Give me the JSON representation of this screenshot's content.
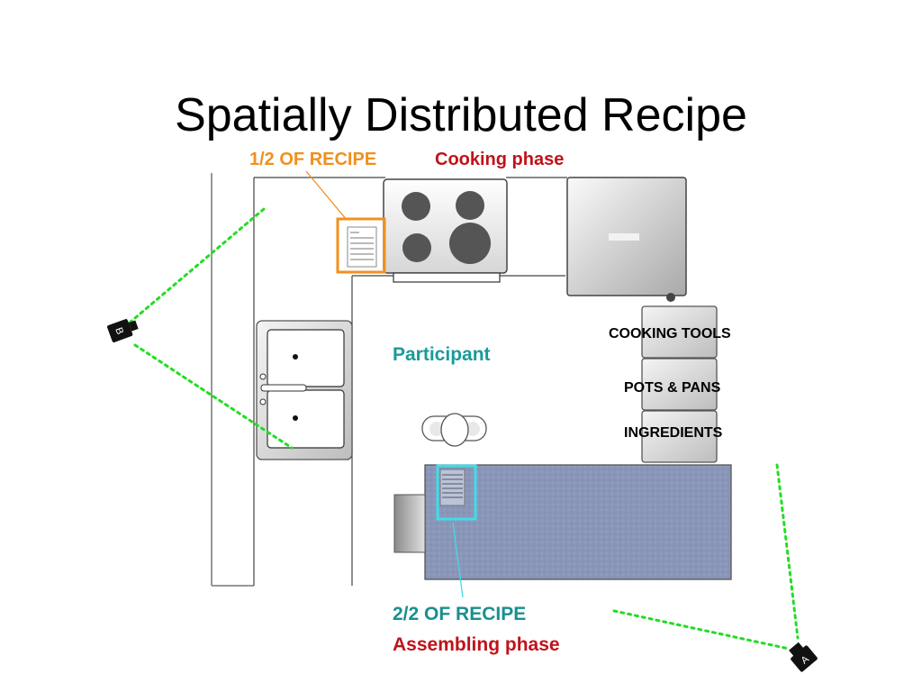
{
  "slide": {
    "title": "Spatially Distributed Recipe"
  },
  "labels": {
    "recipe_half_1": "1/2  OF RECIPE",
    "cooking_phase": "Cooking phase",
    "participant": "Participant",
    "cooking_tools": "COOKING TOOLS",
    "pots_pans": "POTS & PANS",
    "ingredients": "INGREDIENTS",
    "recipe_half_2": "2/2 OF RECIPE",
    "assembling_phase": "Assembling phase"
  },
  "cameras": {
    "camera_a": "A",
    "camera_b": "B"
  },
  "colors": {
    "recipe_half_1": "#f0901e",
    "recipe_half_2": "#3fdcea",
    "camera_view_lines": "#22dd22",
    "phase_text": "#c0121a",
    "participant_text": "#1a9a9a",
    "island_counter": "#8a96b8"
  }
}
